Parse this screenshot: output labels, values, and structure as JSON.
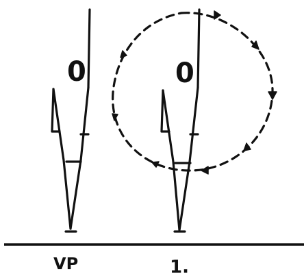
{
  "labels": {
    "left": "VP",
    "right": "1."
  },
  "digits": {
    "left_figure": "0",
    "right_figure": "0"
  },
  "icons": {
    "rotation_arrows": "clockwise-dashed-circle-arrows"
  },
  "colors": {
    "ink": "#111111",
    "background": "#ffffff"
  }
}
